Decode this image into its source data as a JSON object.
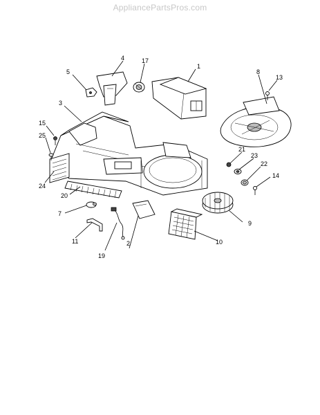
{
  "watermark": "AppliancePartsPros.com",
  "callouts": {
    "p1": "1",
    "p2": "2",
    "p3": "3",
    "p4": "4",
    "p5": "5",
    "p7": "7",
    "p8": "8",
    "p9": "9",
    "p10": "10",
    "p11": "11",
    "p13": "13",
    "p14": "14",
    "p15": "15",
    "p17": "17",
    "p19": "19",
    "p20": "20",
    "p21": "21",
    "p22": "22",
    "p23": "23",
    "p24": "24",
    "p25": "25"
  }
}
